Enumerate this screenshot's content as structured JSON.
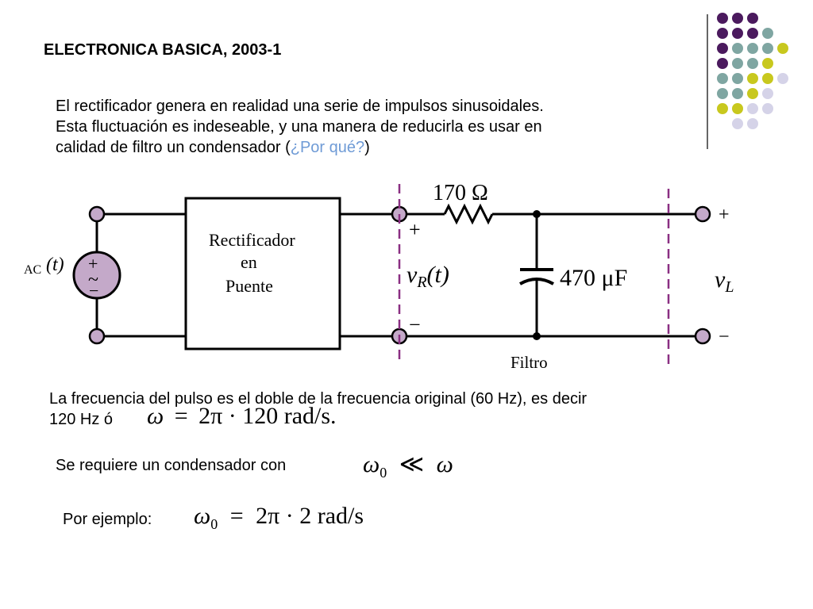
{
  "slide": {
    "title": "ELECTRONICA BASICA, 2003-1",
    "paragraph": {
      "line1": "El rectificador genera en realidad una serie de impulsos sinusoidales.",
      "line2": "Esta fluctuación es indeseable, y una manera de reducirla es usar en",
      "line3_before": "calidad de filtro un condensador (",
      "line3_link": "¿Por qué?",
      "line3_after": ")"
    },
    "freq_text": {
      "line1": "La frecuencia del pulso es el doble de la frecuencia original (60 Hz), es decir",
      "line2": "120 Hz ó"
    },
    "freq_formula": {
      "omega": "ω",
      "equals": "=",
      "rhs": "2π · 120 rad/s."
    },
    "condition_text": "Se requiere un condensador con",
    "condition_formula": {
      "lhs": "ω",
      "lhs_sub": "0",
      "op": "≪",
      "rhs": "ω"
    },
    "example_text": "Por ejemplo:",
    "example_formula": {
      "lhs": "ω",
      "lhs_sub": "0",
      "equals": "=",
      "rhs": "2π · 2 rad/s"
    }
  },
  "circuit": {
    "source_label": "AC",
    "source_var": "(t)",
    "source_plus": "+",
    "source_tilde": "~",
    "source_minus": "−",
    "block_line1": "Rectificador",
    "block_line2": "en",
    "block_line3": "Puente",
    "resistor_label": "170 Ω",
    "vr_plus": "+",
    "vr_label": "v",
    "vr_sub": "R",
    "vr_arg": "(t)",
    "vr_minus": "−",
    "capacitor_label": "470 μF",
    "filter_label": "Filtro",
    "vl_plus": "+",
    "vl_label": "v",
    "vl_sub": "L",
    "vl_minus": "−"
  },
  "colors": {
    "purple_dark": "#4b1a5e",
    "teal": "#7fa6a2",
    "yellow_green": "#c8c81e",
    "lavender": "#d5d3e8",
    "terminal_fill": "#c4a9c9",
    "dashed_line": "#8a2f82",
    "link": "#6f9bd6"
  }
}
